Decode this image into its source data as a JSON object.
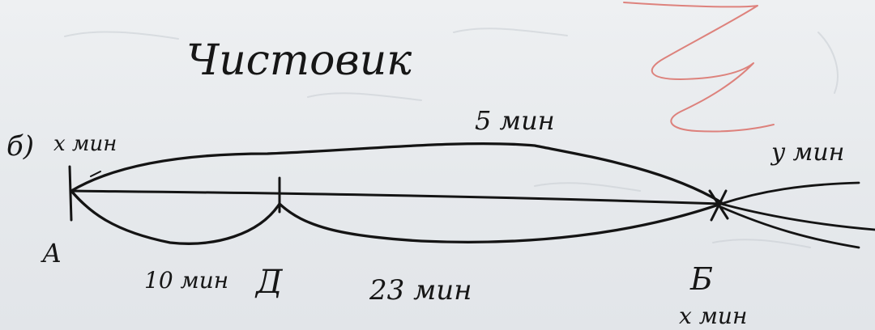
{
  "title": "Чистовик",
  "item_label": "б)",
  "points": {
    "a": "А",
    "d": "Д",
    "b": "Б"
  },
  "labels": {
    "x_min_top": "x мин",
    "five_min": "5 мин",
    "y_min": "y мин",
    "ten_min": "10 мин",
    "twenty_three_min": "23 мин",
    "x_min_bottom": "x мин"
  },
  "colors": {
    "ink": "#141414",
    "paper": "#eceef0",
    "red_pencil": "#d9675f"
  }
}
